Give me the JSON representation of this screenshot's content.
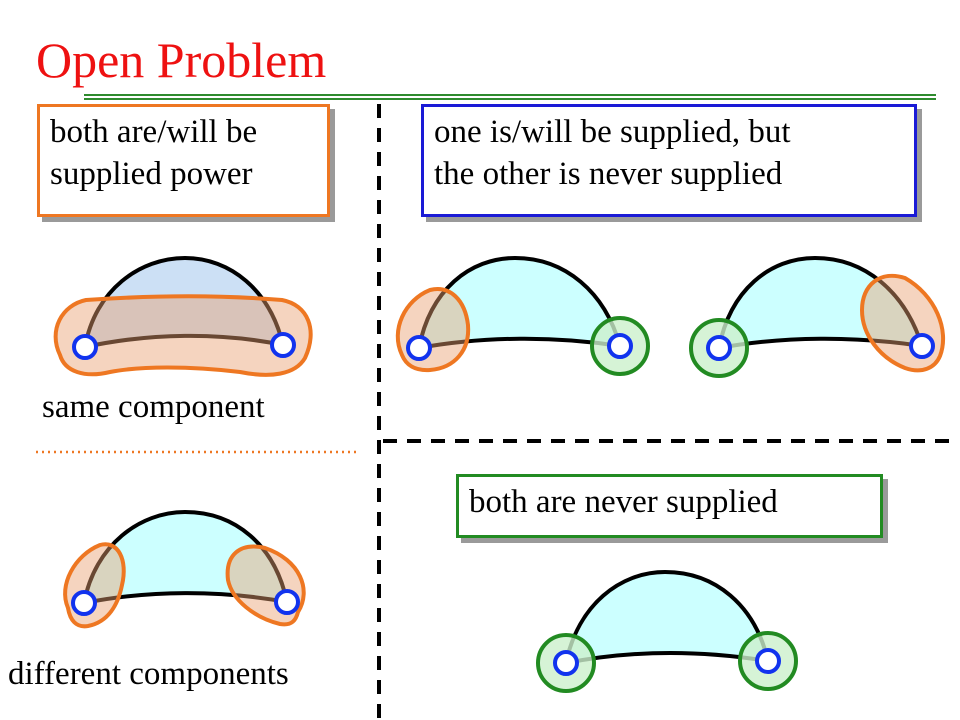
{
  "slide": {
    "title": "Open Problem"
  },
  "boxes": {
    "both_supplied": {
      "lines": [
        "both are/will be",
        "supplied power"
      ],
      "border_color": "#ee7722"
    },
    "one_supplied": {
      "lines": [
        "one is/will be supplied, but",
        "the other is never supplied"
      ],
      "border_color": "#1a1ad6"
    },
    "never_supplied": {
      "lines": [
        "both are never supplied"
      ],
      "border_color": "#228b22"
    }
  },
  "captions": {
    "same": "same component",
    "different": "different components"
  },
  "colors": {
    "title": "#ee1111",
    "rule": "#2e8b2e",
    "node_fill": "#ffffff",
    "node_stroke": "#1133ee",
    "component_fill": "#ccffff",
    "highlight_orange_stroke": "#ee7722",
    "highlight_orange_fill": "#f5c9b0",
    "highlight_green_stroke": "#228b22",
    "highlight_green_fill": "#ccf0cc",
    "divider": "#000000",
    "dotted_separator": "#ee7722"
  }
}
